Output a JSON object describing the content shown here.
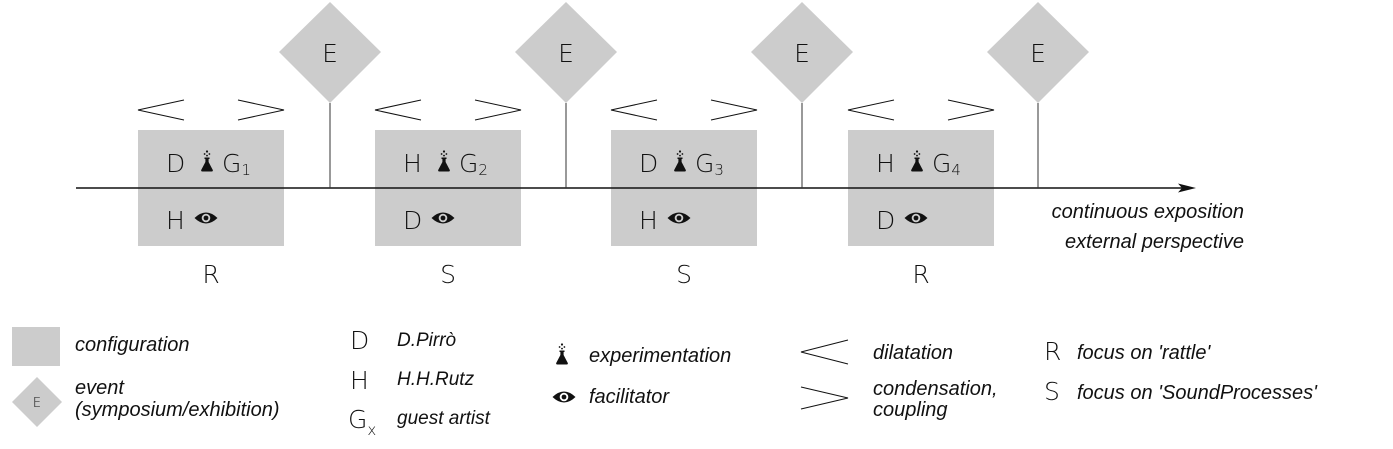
{
  "timeline": {
    "axis_label_line1": "continuous exposition",
    "axis_label_line2": "external perspective",
    "event_label": "E",
    "events": [
      {
        "label": "E"
      },
      {
        "label": "E"
      },
      {
        "label": "E"
      },
      {
        "label": "E"
      }
    ],
    "configurations": [
      {
        "experimenter": "D",
        "guest": "G",
        "guest_index": "1",
        "facilitator": "H",
        "focus": "R"
      },
      {
        "experimenter": "H",
        "guest": "G",
        "guest_index": "2",
        "facilitator": "D",
        "focus": "S"
      },
      {
        "experimenter": "D",
        "guest": "G",
        "guest_index": "3",
        "facilitator": "H",
        "focus": "S"
      },
      {
        "experimenter": "H",
        "guest": "G",
        "guest_index": "4",
        "facilitator": "D",
        "focus": "R"
      }
    ]
  },
  "legend": {
    "configuration": "configuration",
    "event_symbol": "E",
    "event_line1": "event",
    "event_line2": "(symposium/exhibition)",
    "persons": [
      {
        "symbol": "D",
        "sub": "",
        "label": "D.Pirrò"
      },
      {
        "symbol": "H",
        "sub": "",
        "label": "H.H.Rutz"
      },
      {
        "symbol": "G",
        "sub": "x",
        "label": "guest artist"
      }
    ],
    "roles": [
      {
        "icon": "flask-icon",
        "label": "experimentation"
      },
      {
        "icon": "eye-icon",
        "label": "facilitator"
      }
    ],
    "directions": [
      {
        "symbol": "dilatation-symbol",
        "label_line1": "dilatation",
        "label_line2": ""
      },
      {
        "symbol": "condensation-symbol",
        "label_line1": "condensation,",
        "label_line2": "coupling"
      }
    ],
    "focus": [
      {
        "symbol": "R",
        "label": "focus on 'rattle'"
      },
      {
        "symbol": "S",
        "label": "focus on 'SoundProcesses'"
      }
    ]
  },
  "colors": {
    "shape_fill": "#cccccc",
    "ink": "#111111"
  }
}
